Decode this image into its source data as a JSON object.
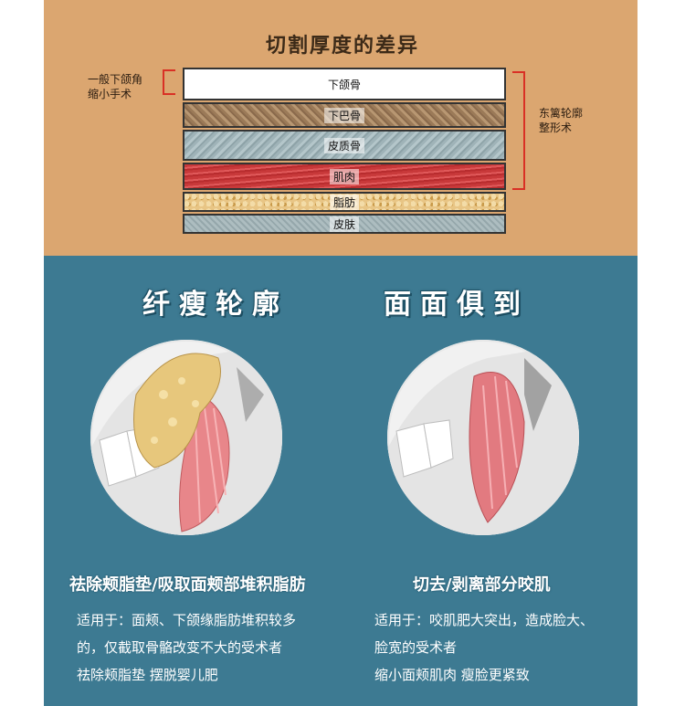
{
  "top_section": {
    "title": "切割厚度的差异",
    "left_note": [
      "一般下颌角",
      "缩小手术"
    ],
    "right_note": [
      "东篱轮廓",
      "整形术"
    ],
    "layers": [
      "下颌骨",
      "下巴骨",
      "皮质骨",
      "肌肉",
      "脂肪",
      "皮肤"
    ]
  },
  "left_column": {
    "heading": "纤瘦轮廓",
    "image_icon": "jaw-with-buccal-fat-illustration",
    "caption": "祛除颊脂垫/吸取面颊部堆积脂肪",
    "description": [
      "适用于：面颊、下颌缘脂肪堆积较多",
      "的，仅截取骨骼改变不大的受术者",
      "祛除颊脂垫 摆脱婴儿肥"
    ]
  },
  "right_column": {
    "heading": "面面俱到",
    "image_icon": "jaw-with-masseter-muscle-illustration",
    "caption": "切去/剥离部分咬肌",
    "description": [
      "适用于：咬肌肥大突出，造成脸大、",
      "脸宽的受术者",
      "缩小面颊肌肉 瘦脸更紧致"
    ]
  },
  "colors": {
    "top_bg": "#dba670",
    "bottom_bg": "#3d7a92",
    "bracket": "#d93025"
  }
}
